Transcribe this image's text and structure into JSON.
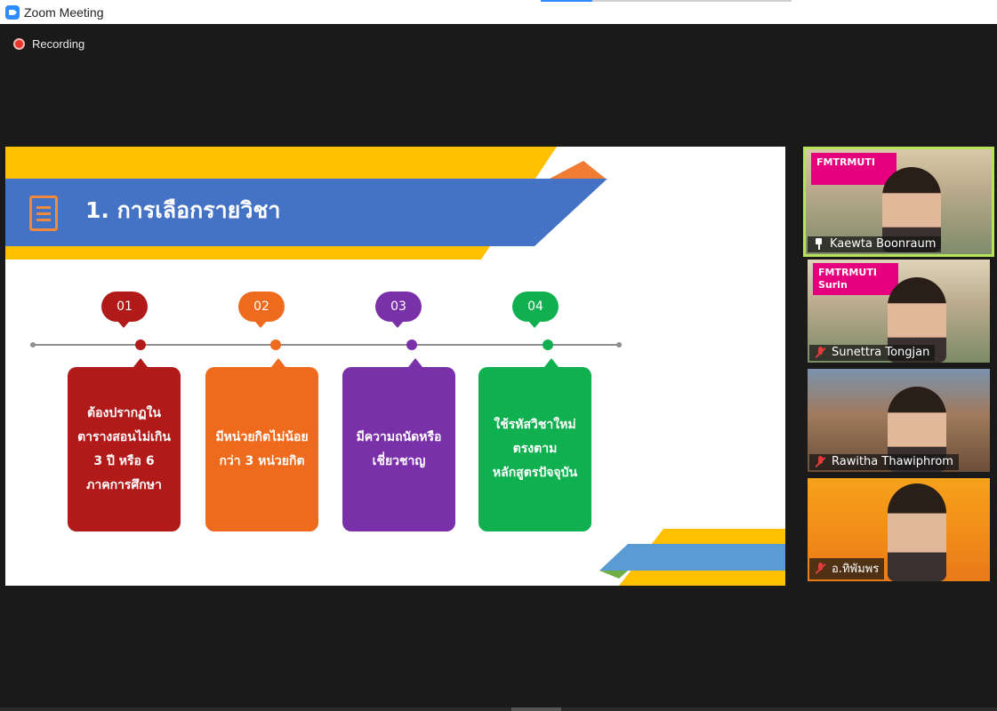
{
  "window": {
    "title": "Zoom Meeting"
  },
  "status": {
    "recording_label": "Recording"
  },
  "slide": {
    "title": "1. การเลือกรายวิชา",
    "steps": [
      {
        "number": "01",
        "text": "ต้องปรากฏใน\nตารางสอนไม่เกิน\n3 ปี หรือ 6\nภาคการศึกษา",
        "color": "#b21a1a"
      },
      {
        "number": "02",
        "text": "มีหน่วยกิตไม่น้อย\nกว่า 3 หน่วยกิต",
        "color": "#ee6a1c"
      },
      {
        "number": "03",
        "text": "มีความถนัดหรือ\nเชี่ยวชาญ",
        "color": "#7a30a8"
      },
      {
        "number": "04",
        "text": "ใช้รหัสวิชาใหม่\nตรงตาม\nหลักสูตรปัจจุบัน",
        "color": "#10b050"
      }
    ]
  },
  "participants": [
    {
      "name": "Kaewta Boonraum",
      "icon": "pin-icon",
      "active": true,
      "banner": "FMTRMUTI"
    },
    {
      "name": "Sunettra Tongjan",
      "icon": "mic-muted-icon",
      "active": false,
      "banner": "FMTRMUTI Surin"
    },
    {
      "name": "Rawitha Thawiphrom",
      "icon": "mic-muted-icon",
      "active": false
    },
    {
      "name": "อ.ทิพัมพร",
      "icon": "mic-muted-icon",
      "active": false
    }
  ],
  "colors": {
    "accent": "#2d8cff",
    "slide_blue": "#4472c4",
    "slide_yellow": "#ffc000",
    "active_border": "#b6e35a"
  }
}
